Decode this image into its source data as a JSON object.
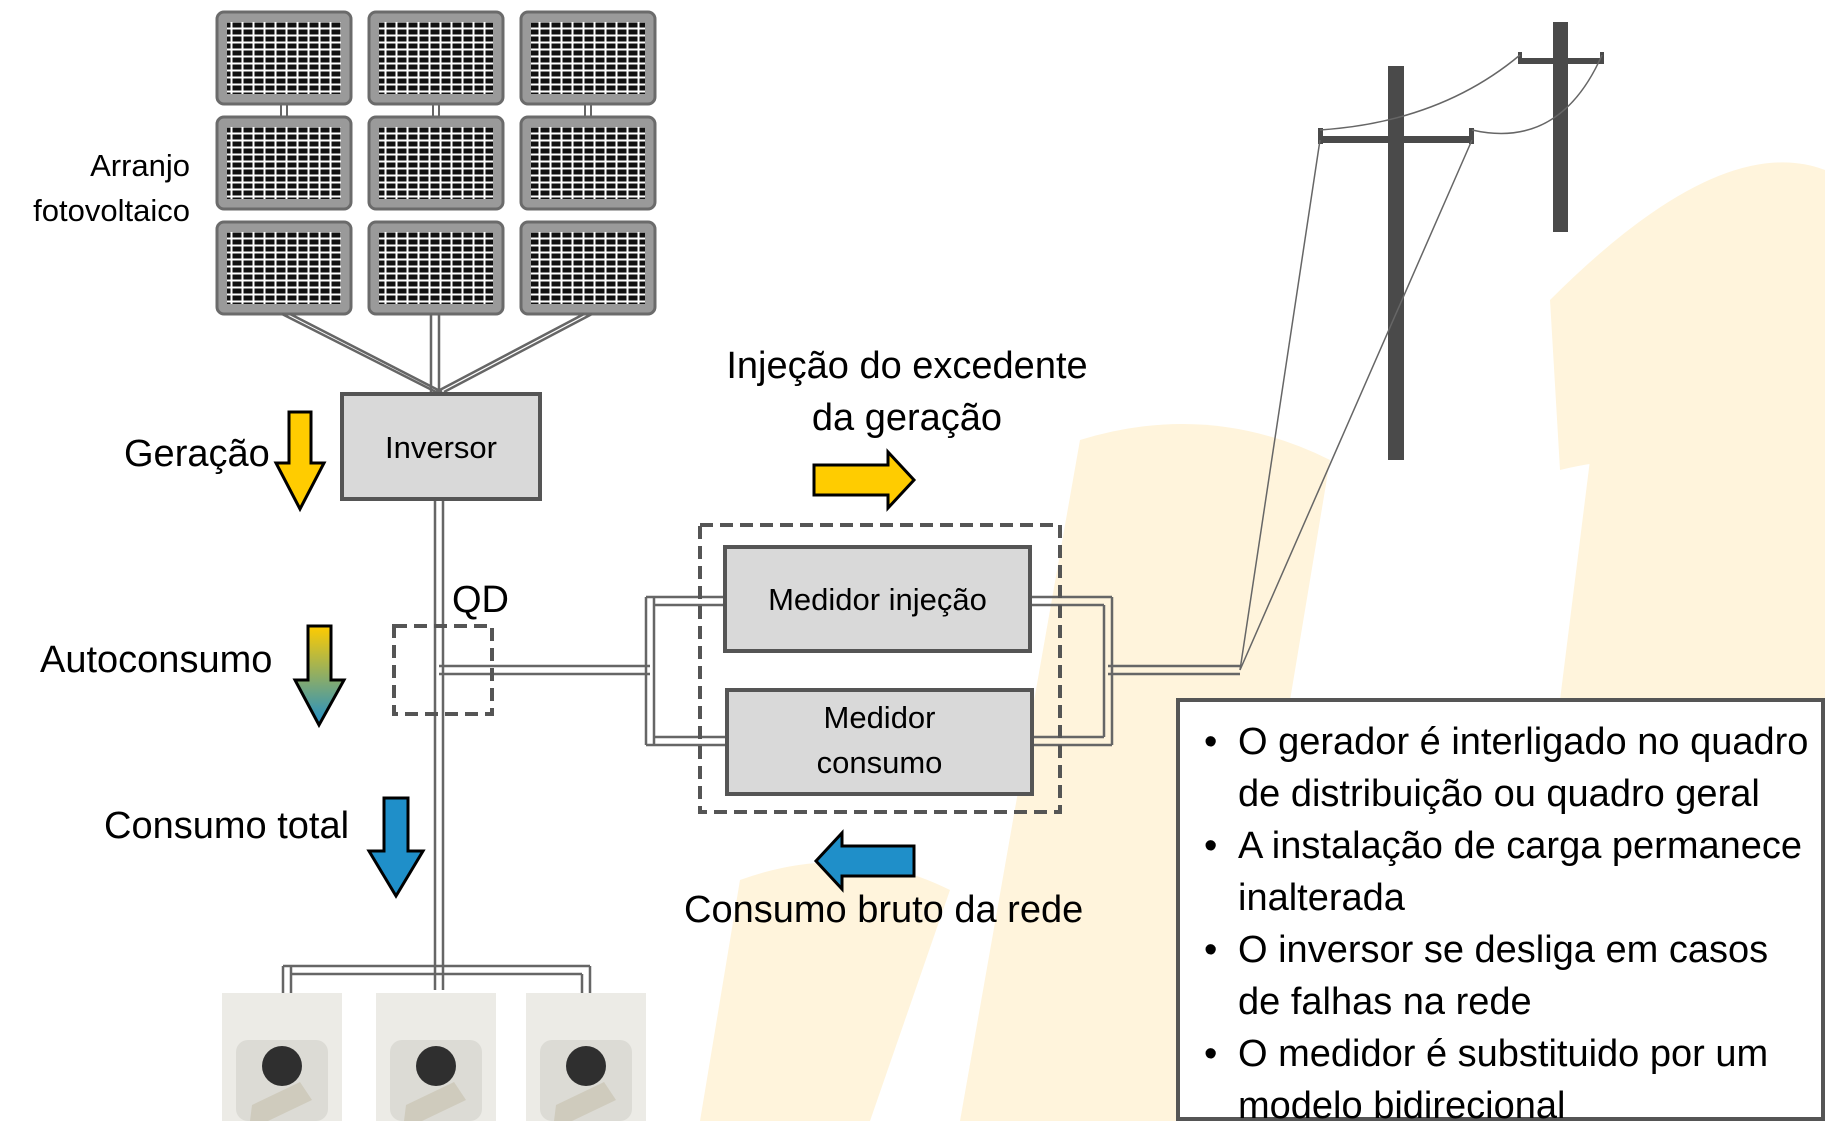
{
  "labels": {
    "array": "Arranjo\nfotovoltaico",
    "generation": "Geração",
    "inverter": "Inversor",
    "qd": "QD",
    "self_consumption": "Autoconsumo",
    "total_consumption": "Consumo total",
    "injection": "Injeção do excedente\nda geração",
    "meter_injection": "Medidor injeção",
    "meter_consumption": "Medidor\nconsumo",
    "grid_consumption": "Consumo bruto da rede"
  },
  "notes": [
    "O gerador é interligado no quadro de distribuição ou quadro geral",
    "A instalação de carga permanece inalterada",
    "O inversor se desliga em casos de falhas na rede",
    "O medidor é substituido por um modelo bidirecional"
  ],
  "colors": {
    "generation_arrow": "#FFCC00",
    "consumption_arrow": "#1F8FC9",
    "box_fill": "#D9D9D9",
    "box_stroke": "#555555",
    "watermark": "#FFF4DC"
  },
  "icons": {
    "panel": "solar-panel-icon",
    "outlet": "power-outlet-icon",
    "pole": "utility-pole-icon"
  }
}
